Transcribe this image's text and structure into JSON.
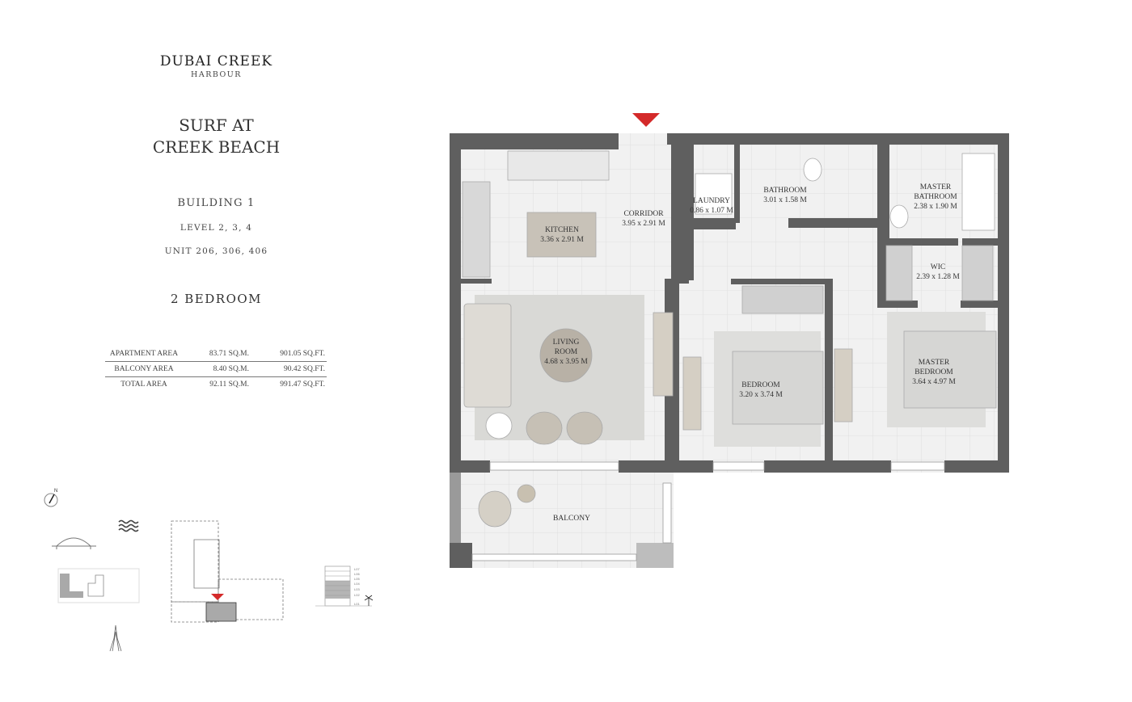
{
  "brand": {
    "name": "DUBAI CREEK",
    "sub": "HARBOUR"
  },
  "project": {
    "line1": "SURF AT",
    "line2": "CREEK BEACH"
  },
  "building": "BUILDING 1",
  "level": "LEVEL 2, 3, 4",
  "unit": "UNIT 206, 306, 406",
  "unit_type": "2 BEDROOM",
  "areas": [
    {
      "label": "APARTMENT AREA",
      "sqm": "83.71 SQ.M.",
      "sqft": "901.05 SQ.FT."
    },
    {
      "label": "BALCONY AREA",
      "sqm": "8.40 SQ.M.",
      "sqft": "90.42 SQ.FT."
    },
    {
      "label": "TOTAL AREA",
      "sqm": "92.11 SQ.M.",
      "sqft": "991.47 SQ.FT."
    }
  ],
  "rooms": {
    "kitchen": {
      "name": "KITCHEN",
      "size": "3.36 x 2.91 M"
    },
    "corridor": {
      "name": "CORRIDOR",
      "size": "3.95 x 2.91 M"
    },
    "laundry": {
      "name": "LAUNDRY",
      "size": "0.86 x 1.07 M"
    },
    "bathroom": {
      "name": "BATHROOM",
      "size": "3.01 x 1.58 M"
    },
    "master_bathroom": {
      "name1": "MASTER",
      "name2": "BATHROOM",
      "size": "2.38 x 1.90 M"
    },
    "wic": {
      "name": "WIC",
      "size": "2.39 x 1.28 M"
    },
    "living": {
      "name1": "LIVING",
      "name2": "ROOM",
      "size": "4.68 x 3.95 M"
    },
    "bedroom": {
      "name": "BEDROOM",
      "size": "3.20 x 3.74 M"
    },
    "master_bedroom": {
      "name1": "MASTER",
      "name2": "BEDROOM",
      "size": "3.64 x 4.97 M"
    },
    "balcony": {
      "name": "BALCONY"
    }
  },
  "compass": {
    "label": "N"
  },
  "levels": [
    "L07",
    "L06",
    "L05",
    "L04",
    "L03",
    "L02",
    "L01"
  ],
  "colors": {
    "wall": "#5f5f5f",
    "entry_marker": "#d42a2a",
    "highlight": "#a9a9a9"
  }
}
